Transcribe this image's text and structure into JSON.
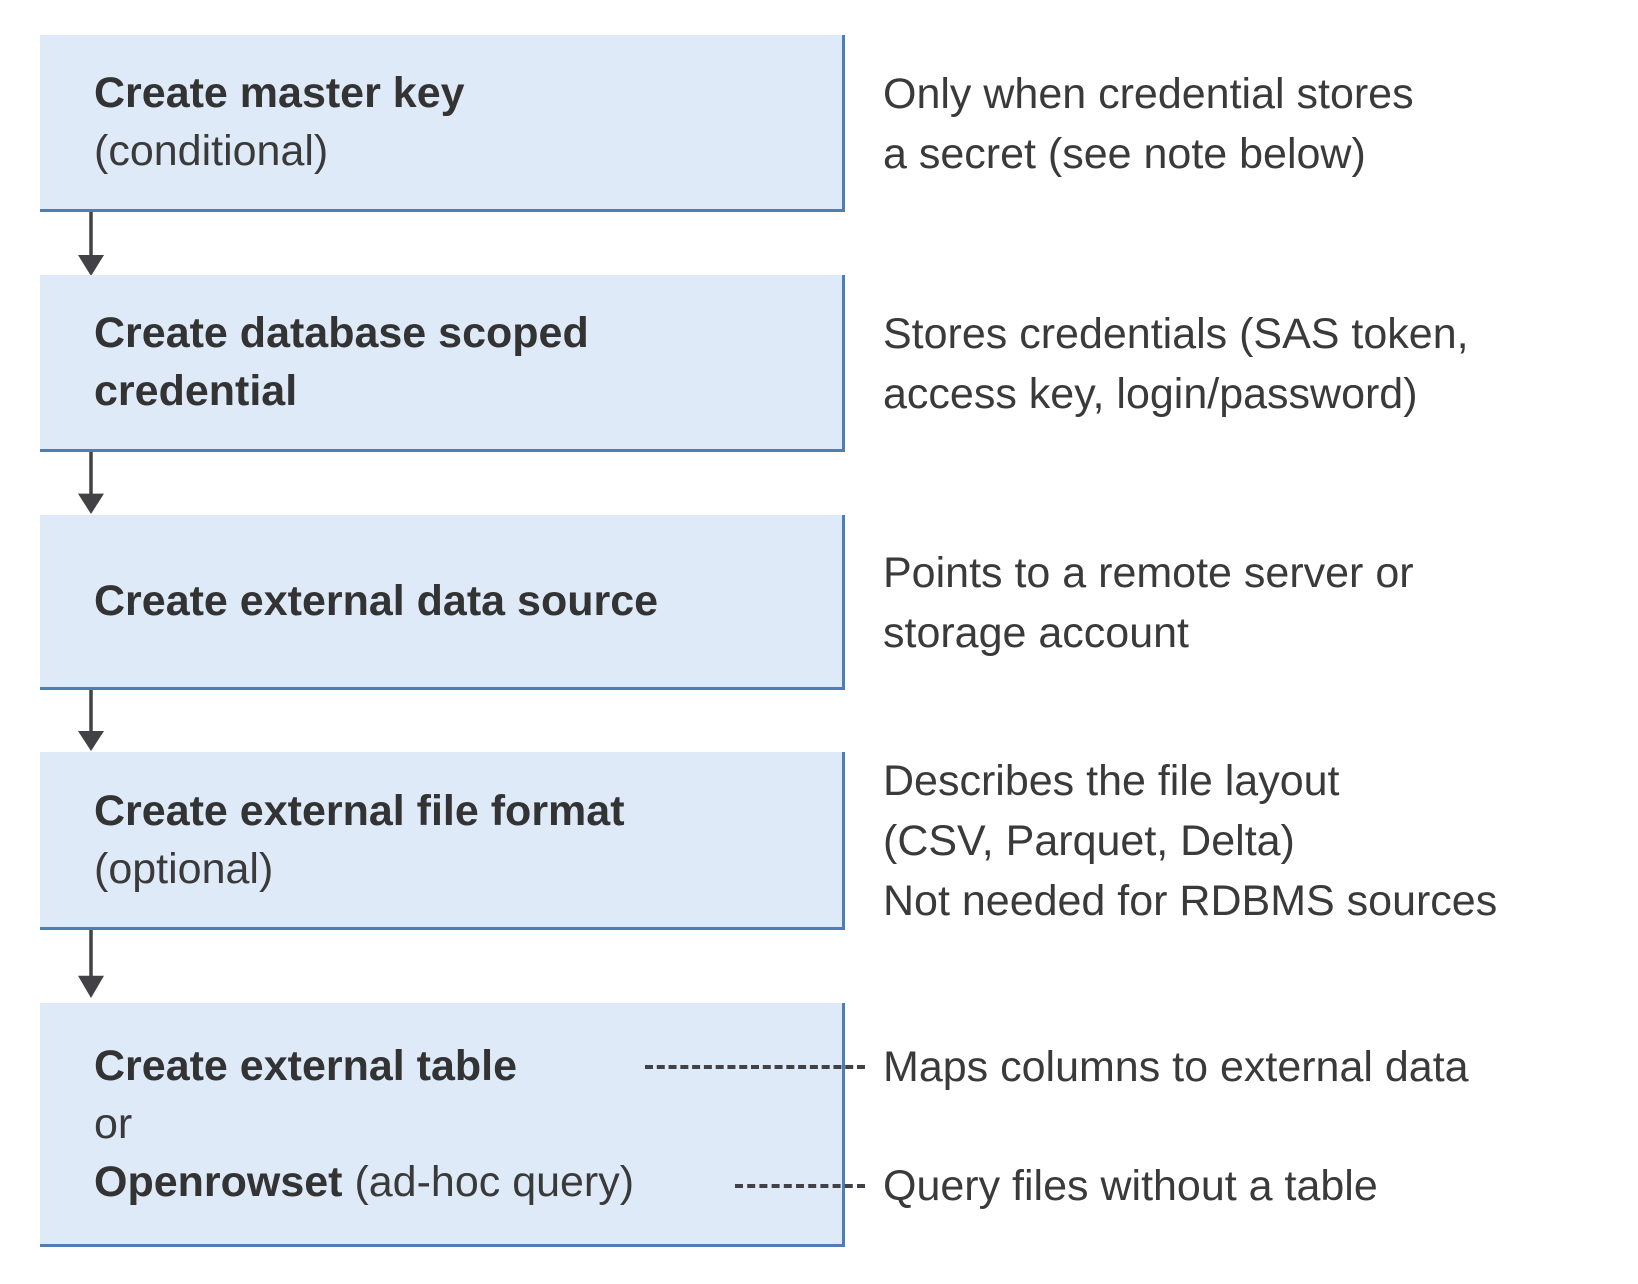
{
  "colors": {
    "box-fill": "#dfeaf9",
    "box-border": "#4d7eb5",
    "arrow": "#424246",
    "text": "#3a3a3a"
  },
  "steps": [
    {
      "title_bold": "Create master key",
      "title_rest": "(conditional)",
      "note": "Only when credential stores\na secret (see note below)"
    },
    {
      "title_bold": "Create database scoped\ncredential",
      "note": "Stores credentials (SAS token,\naccess key, login/password)"
    },
    {
      "title_bold": "Create external data source",
      "note": "Points to a remote server or\nstorage account"
    },
    {
      "title_bold": "Create external file format",
      "title_rest": "(optional)",
      "note": "Describes the file layout\n(CSV, Parquet, Delta)\nNot needed for RDBMS sources"
    },
    {
      "line1_bold": "Create external table",
      "line2": "or",
      "line3_bold": "Openrowset",
      "line3_rest": " (ad-hoc query)",
      "note_table": "Maps columns to external data",
      "note_openrowset": "Query files without a table"
    }
  ]
}
